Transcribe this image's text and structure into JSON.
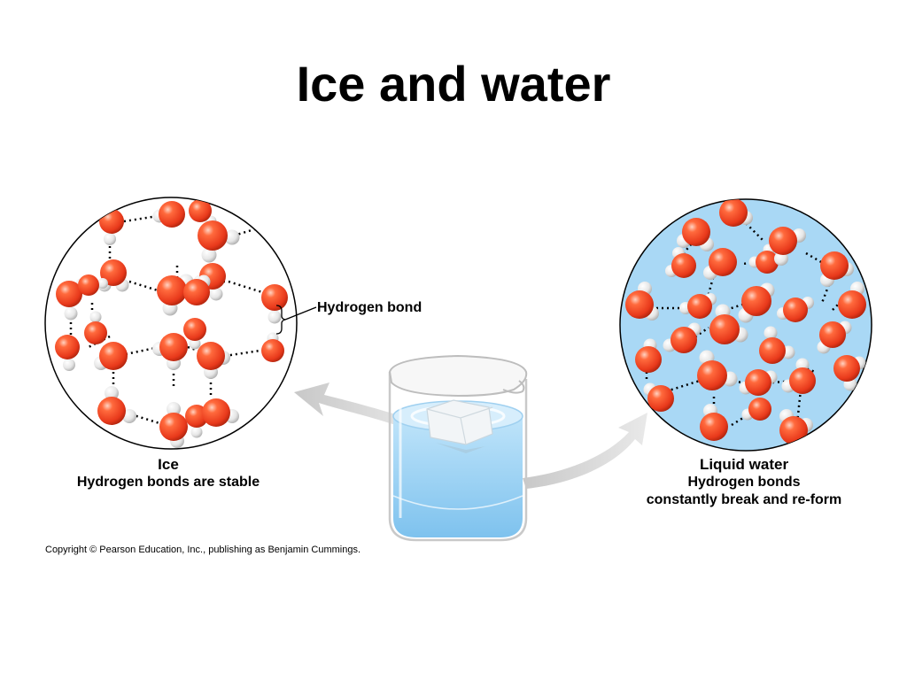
{
  "slide": {
    "title": "Ice and water"
  },
  "ice_panel": {
    "title": "Ice",
    "subtitle": "Hydrogen bonds are stable"
  },
  "hydrogen_bond_label": "Hydrogen bond",
  "water_panel": {
    "title": "Liquid water",
    "subtitle_line1": "Hydrogen bonds",
    "subtitle_line2": "constantly break and re-form"
  },
  "copyright": "Copyright © Pearson Education, Inc., publishing as Benjamin Cummings.",
  "colors": {
    "oxygen": "#e8391b",
    "hydrogen": "#e6e6e6",
    "water_fill": "#a9d8f5",
    "arrow": "#cccccc",
    "beaker_water": "#8fcdf2"
  }
}
